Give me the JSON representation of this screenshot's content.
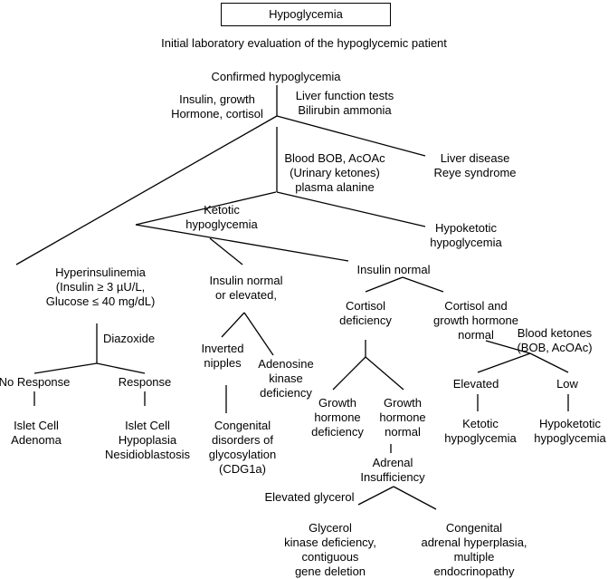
{
  "title": "Hypoglycemia",
  "subtitle": "Initial laboratory evaluation of the hypoglycemic patient",
  "nodes": {
    "confirmed": "Confirmed hypoglycemia",
    "tests1": "Insulin, growth\nHormone, cortisol",
    "tests2": "Liver function tests\nBilirubin ammonia",
    "tests3": "Blood BOB, AcOAc\n(Urinary ketones)\nplasma alanine",
    "liver": "Liver disease\nReye syndrome",
    "ketotic": "Ketotic\nhypoglycemia",
    "hypoketotic": "Hypoketotic\nhypoglycemia",
    "hyperinsulinemia": "Hyperinsulinemia\n(Insulin ≥ 3 µU/L,\nGlucose ≤ 40 mg/dL)",
    "insulin_elev": "Insulin normal\nor elevated,",
    "insulin_normal": "Insulin normal",
    "diazoxide": "Diazoxide",
    "no_response": "No Response",
    "response": "Response",
    "islet_adenoma": "Islet Cell\nAdenoma",
    "islet_hyper": "Islet Cell\nHypoplasia\nNesidioblastosis",
    "inverted": "Inverted\nnipples",
    "adenosine": "Adenosine\nkinase\ndeficiency",
    "cdg": "Congenital\ndisorders of\nglycosylation\n(CDG1a)",
    "cortisol_def": "Cortisol\ndeficiency",
    "cortisol_gh": "Cortisol and\ngrowth hormone\nnormal",
    "blood_ketones": "Blood ketones\n(BOB, AcOAc)",
    "gh_def": "Growth\nhormone\ndeficiency",
    "gh_normal": "Growth\nhormone\nnormal",
    "elevated": "Elevated",
    "low": "Low",
    "ketotic2": "Ketotic\nhypoglycemia",
    "hypoketotic2": "Hypoketotic\nhypoglycemia",
    "adrenal": "Adrenal\nInsufficiency",
    "elev_glycerol": "Elevated glycerol",
    "glycerol": "Glycerol\nkinase deficiency,\ncontiguous\ngene deletion",
    "cah": "Congenital\nadrenal hyperplasia,\nmultiple\nendocrinopathy"
  }
}
